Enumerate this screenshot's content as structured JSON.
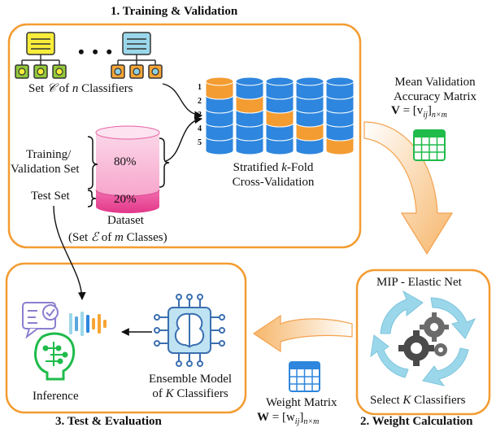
{
  "sections": {
    "training": {
      "title": "1. Training & Validation"
    },
    "test": {
      "title": "3. Test & Evaluation"
    },
    "weight": {
      "title": "2. Weight Calculation"
    }
  },
  "classifiers": {
    "prefix": "Set ",
    "set_symbol": "𝒞",
    "of": " of ",
    "n": "n",
    "suffix": " Classifiers",
    "ellipsis": "• • •"
  },
  "dataset": {
    "split_train_label": "Training/",
    "split_train_label2": "Validation Set",
    "split_test_label": "Test Set",
    "pct_train": "80%",
    "pct_test": "20%",
    "name": "Dataset",
    "desc_prefix": "(Set ",
    "desc_symbol": "ℰ",
    "desc_of": " of ",
    "desc_m": "m",
    "desc_suffix": " Classes)"
  },
  "kfold": {
    "fold_numbers": [
      "1",
      "2",
      "3",
      "4",
      "5"
    ],
    "label_line1_pre": "Stratified ",
    "label_k": "k",
    "label_line1_post": "-Fold",
    "label_line2": "Cross-Validation"
  },
  "accuracy_matrix": {
    "line1": "Mean Validation",
    "line2": "Accuracy Matrix",
    "symbol": "V",
    "formula": " = [v",
    "sub": "ij",
    "formula_end": "]",
    "dims": "n×m"
  },
  "mip": {
    "title": "MIP - Elastic Net",
    "select_prefix": "Select ",
    "K": "K",
    "select_suffix": " Classifiers"
  },
  "weight_matrix": {
    "line1": "Weight Matrix",
    "symbol": "W",
    "formula": " = [w",
    "sub": "ij",
    "formula_end": "]",
    "dims": "n×m"
  },
  "ensemble": {
    "line1": "Ensemble Model",
    "line2_prefix": "of ",
    "K": "K",
    "line2_suffix": " Classifiers"
  },
  "inference": {
    "label": "Inference"
  },
  "colors": {
    "orange": "#f39c32",
    "blue": "#2e86de",
    "pink": "#ef4f9c",
    "green": "#1fbb4b",
    "light_orange": "#fbd3a4",
    "light_blue": "#9bd7ea",
    "steel_blue": "#3b6fb0"
  }
}
